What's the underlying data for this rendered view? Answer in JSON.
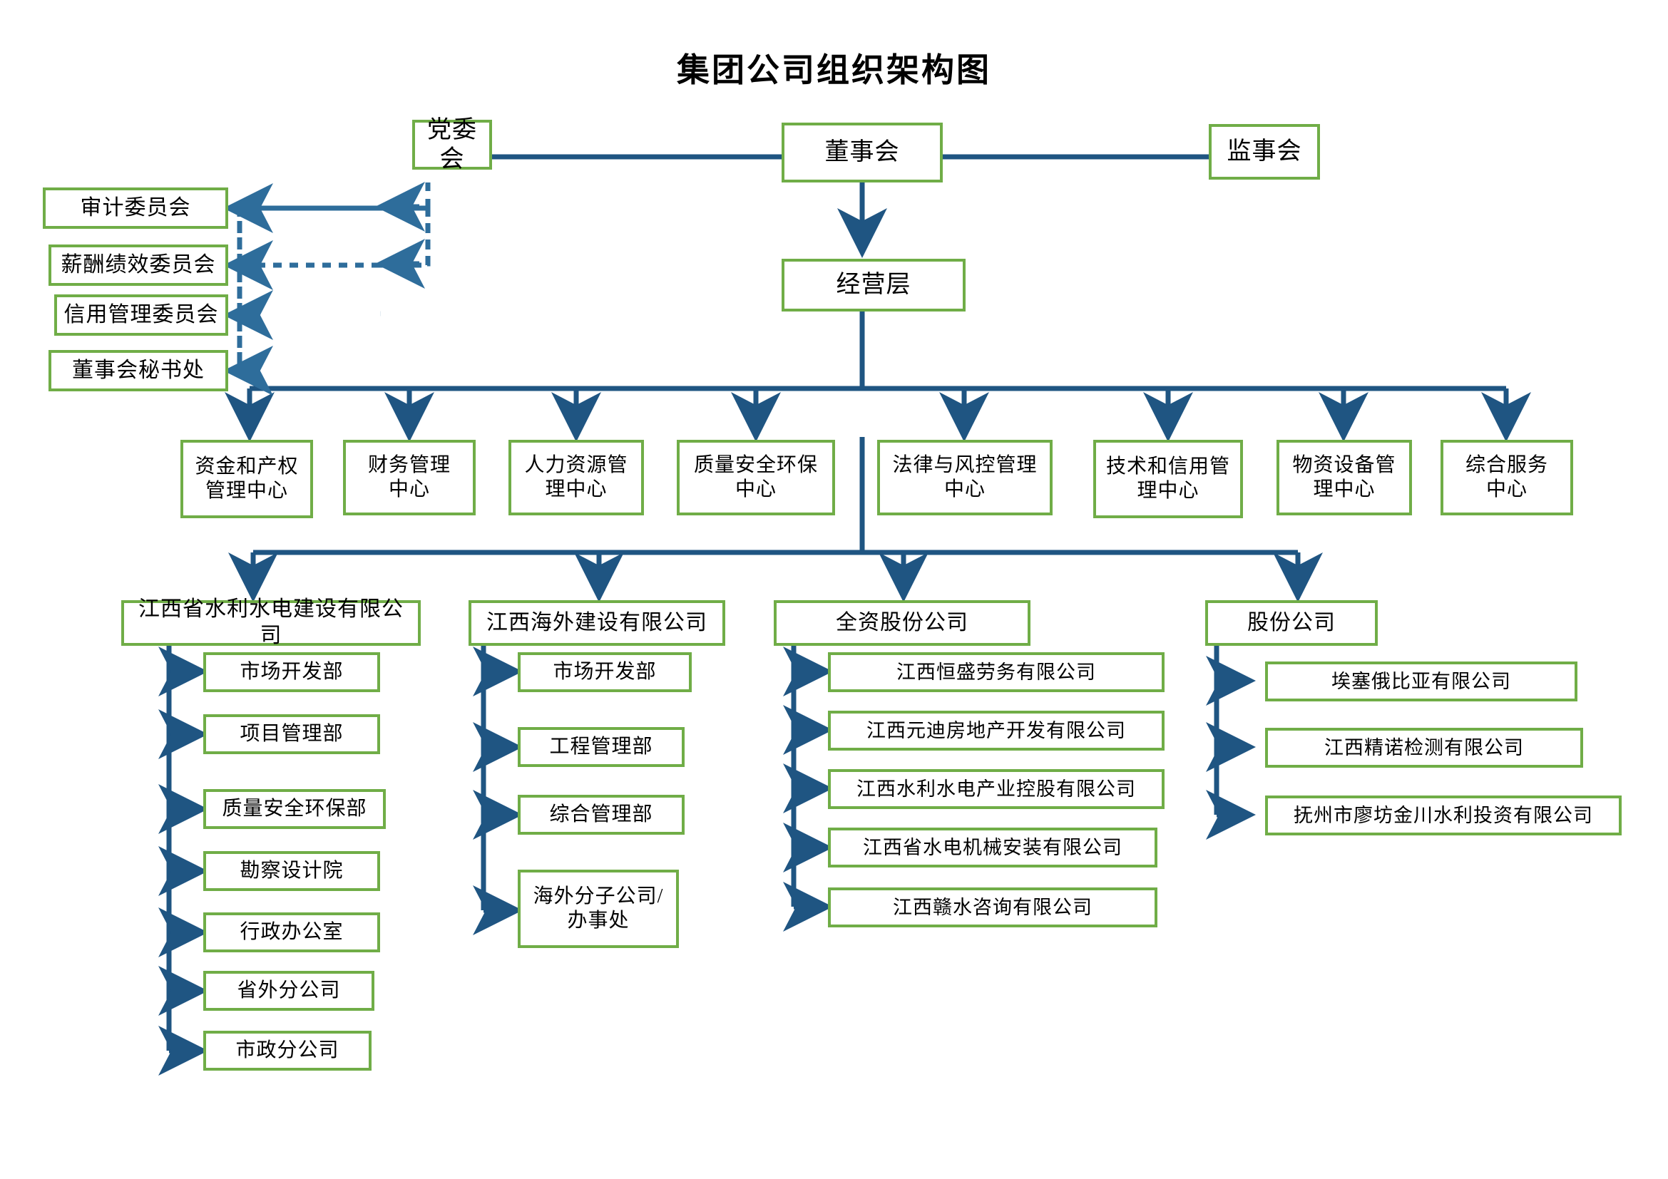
{
  "title": "集团公司组织架构图",
  "colors": {
    "box_border": "#70AD47",
    "connector": "#1F5582",
    "background": "#FFFFFF"
  },
  "governance": {
    "party_committee": "党委会",
    "board_of_directors": "董事会",
    "board_of_supervisors": "监事会",
    "management_layer": "经营层"
  },
  "committees": [
    {
      "label": "审计委员会"
    },
    {
      "label": "薪酬绩效委员会"
    },
    {
      "label": "信用管理委员会"
    },
    {
      "label": "董事会秘书处"
    }
  ],
  "centers": [
    {
      "label": "资金和产权\n管理中心"
    },
    {
      "label": "财务管理\n中心"
    },
    {
      "label": "人力资源管\n理中心"
    },
    {
      "label": "质量安全环保\n中心"
    },
    {
      "label": "法律与风控管理\n中心"
    },
    {
      "label": "技术和信用管\n理中心"
    },
    {
      "label": "物资设备管\n理中心"
    },
    {
      "label": "综合服务\n中心"
    }
  ],
  "subsidiaries": [
    {
      "name": "江西省水利水电建设有限公司",
      "children": [
        {
          "label": "市场开发部"
        },
        {
          "label": "项目管理部"
        },
        {
          "label": "质量安全环保部"
        },
        {
          "label": "勘察设计院"
        },
        {
          "label": "行政办公室"
        },
        {
          "label": "省外分公司"
        },
        {
          "label": "市政分公司"
        }
      ]
    },
    {
      "name": "江西海外建设有限公司",
      "children": [
        {
          "label": "市场开发部"
        },
        {
          "label": "工程管理部"
        },
        {
          "label": "综合管理部"
        },
        {
          "label": "海外分子公司/\n办事处"
        }
      ]
    },
    {
      "name": "全资股份公司",
      "children": [
        {
          "label": "江西恒盛劳务有限公司"
        },
        {
          "label": "江西元迪房地产开发有限公司"
        },
        {
          "label": "江西水利水电产业控股有限公司"
        },
        {
          "label": "江西省水电机械安装有限公司"
        },
        {
          "label": "江西赣水咨询有限公司"
        }
      ]
    },
    {
      "name": "股份公司",
      "children": [
        {
          "label": "埃塞俄比亚有限公司"
        },
        {
          "label": "江西精诺检测有限公司"
        },
        {
          "label": "抚州市廖坊金川水利投资有限公司"
        }
      ]
    }
  ]
}
